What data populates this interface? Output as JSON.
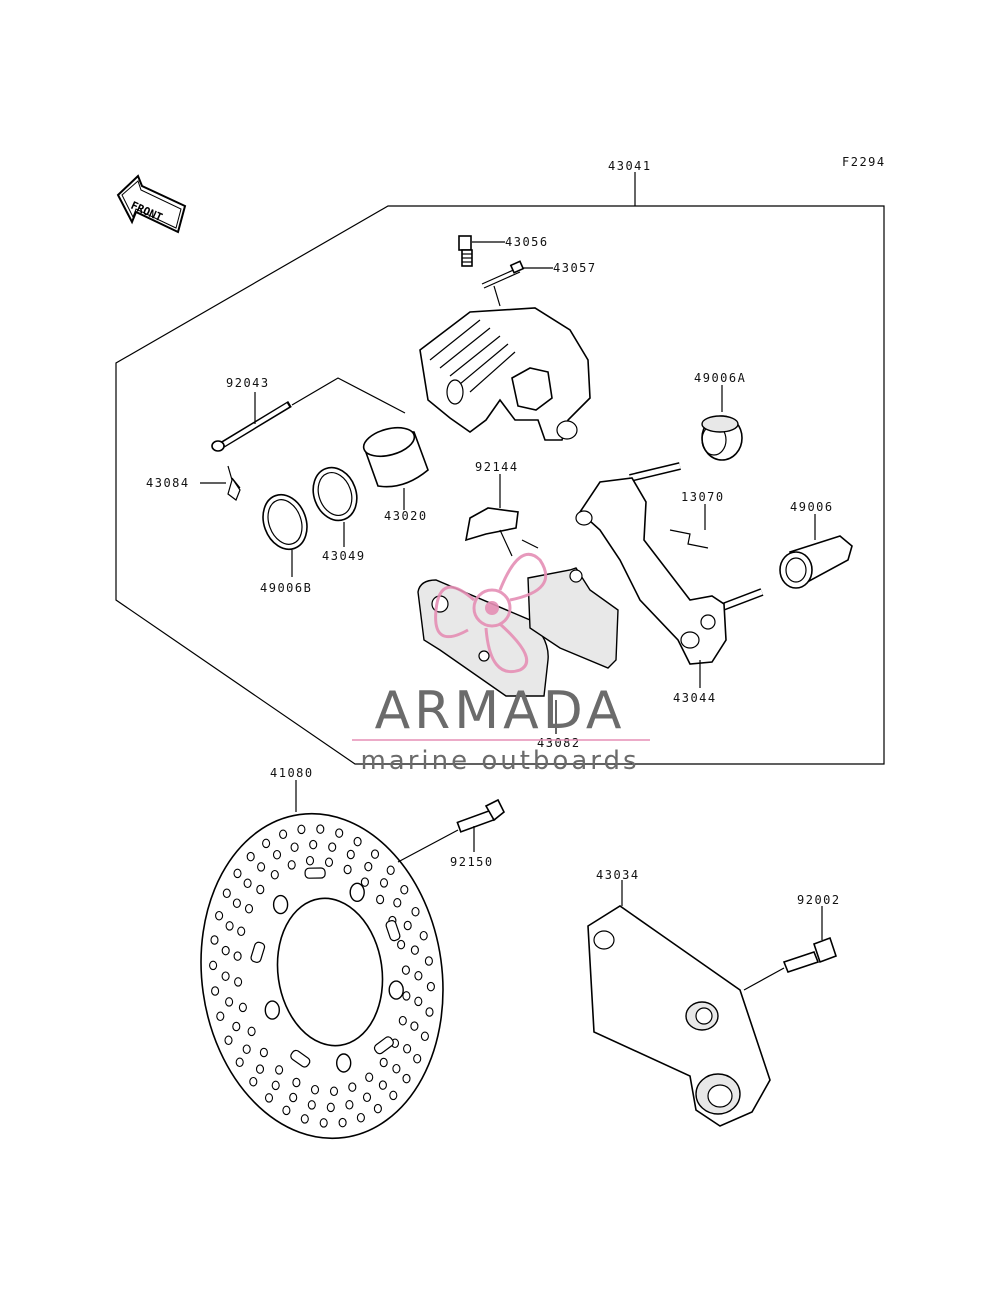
{
  "diagram": {
    "figure_code": "F2294",
    "front_label": "FRONT",
    "parts": [
      {
        "id": "caliper-assy",
        "label": "43041"
      },
      {
        "id": "bleed-valve",
        "label": "43056"
      },
      {
        "id": "bleed-cap",
        "label": "43057"
      },
      {
        "id": "pin",
        "label": "92043"
      },
      {
        "id": "clip",
        "label": "43084"
      },
      {
        "id": "piston",
        "label": "43020"
      },
      {
        "id": "seal-piston",
        "label": "43049"
      },
      {
        "id": "dust-seal",
        "label": "49006B"
      },
      {
        "id": "pad-spring",
        "label": "92144"
      },
      {
        "id": "boot-a",
        "label": "49006A"
      },
      {
        "id": "pad-spring-clip",
        "label": "13070"
      },
      {
        "id": "boot",
        "label": "49006"
      },
      {
        "id": "caliper-holder",
        "label": "43044"
      },
      {
        "id": "pad-assy",
        "label": "43082"
      },
      {
        "id": "disc",
        "label": "41080"
      },
      {
        "id": "disc-bolt",
        "label": "92150"
      },
      {
        "id": "caliper-bracket",
        "label": "43034"
      },
      {
        "id": "bracket-bolt",
        "label": "92002"
      }
    ]
  },
  "watermark": {
    "brand": "ARMADA",
    "tagline": "marine outboards",
    "logo_color": "#e58fb5",
    "text_color": "#6b6b6b"
  }
}
